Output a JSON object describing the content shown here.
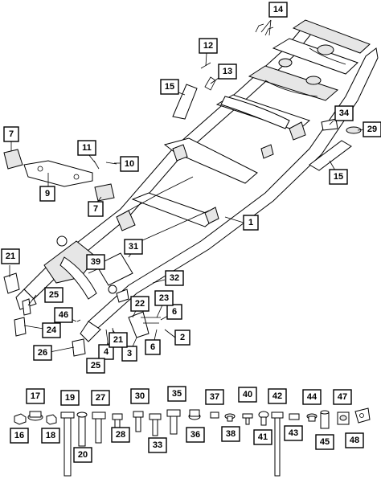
{
  "figure": {
    "callouts": [
      {
        "id": "c1",
        "label": "1"
      },
      {
        "id": "c2",
        "label": "2"
      },
      {
        "id": "c3",
        "label": "3"
      },
      {
        "id": "c4",
        "label": "4"
      },
      {
        "id": "c6a",
        "label": "6"
      },
      {
        "id": "c6b",
        "label": "6"
      },
      {
        "id": "c7a",
        "label": "7"
      },
      {
        "id": "c7b",
        "label": "7"
      },
      {
        "id": "c9",
        "label": "9"
      },
      {
        "id": "c10",
        "label": "10"
      },
      {
        "id": "c11",
        "label": "11"
      },
      {
        "id": "c12",
        "label": "12"
      },
      {
        "id": "c13",
        "label": "13"
      },
      {
        "id": "c14",
        "label": "14"
      },
      {
        "id": "c15a",
        "label": "15"
      },
      {
        "id": "c15b",
        "label": "15"
      },
      {
        "id": "c16",
        "label": "16"
      },
      {
        "id": "c17",
        "label": "17"
      },
      {
        "id": "c18",
        "label": "18"
      },
      {
        "id": "c19",
        "label": "19"
      },
      {
        "id": "c20",
        "label": "20"
      },
      {
        "id": "c21a",
        "label": "21"
      },
      {
        "id": "c21b",
        "label": "21"
      },
      {
        "id": "c22",
        "label": "22"
      },
      {
        "id": "c23",
        "label": "23"
      },
      {
        "id": "c24",
        "label": "24"
      },
      {
        "id": "c25a",
        "label": "25"
      },
      {
        "id": "c25b",
        "label": "25"
      },
      {
        "id": "c26",
        "label": "26"
      },
      {
        "id": "c27",
        "label": "27"
      },
      {
        "id": "c28",
        "label": "28"
      },
      {
        "id": "c29",
        "label": "29"
      },
      {
        "id": "c30",
        "label": "30"
      },
      {
        "id": "c31",
        "label": "31"
      },
      {
        "id": "c32",
        "label": "32"
      },
      {
        "id": "c33",
        "label": "33"
      },
      {
        "id": "c34",
        "label": "34"
      },
      {
        "id": "c35",
        "label": "35"
      },
      {
        "id": "c36",
        "label": "36"
      },
      {
        "id": "c37",
        "label": "37"
      },
      {
        "id": "c38",
        "label": "38"
      },
      {
        "id": "c39",
        "label": "39"
      },
      {
        "id": "c40",
        "label": "40"
      },
      {
        "id": "c41",
        "label": "41"
      },
      {
        "id": "c42",
        "label": "42"
      },
      {
        "id": "c43",
        "label": "43"
      },
      {
        "id": "c44",
        "label": "44"
      },
      {
        "id": "c45",
        "label": "45"
      },
      {
        "id": "c46",
        "label": "46"
      },
      {
        "id": "c47",
        "label": "47"
      },
      {
        "id": "c48",
        "label": "48"
      }
    ]
  }
}
